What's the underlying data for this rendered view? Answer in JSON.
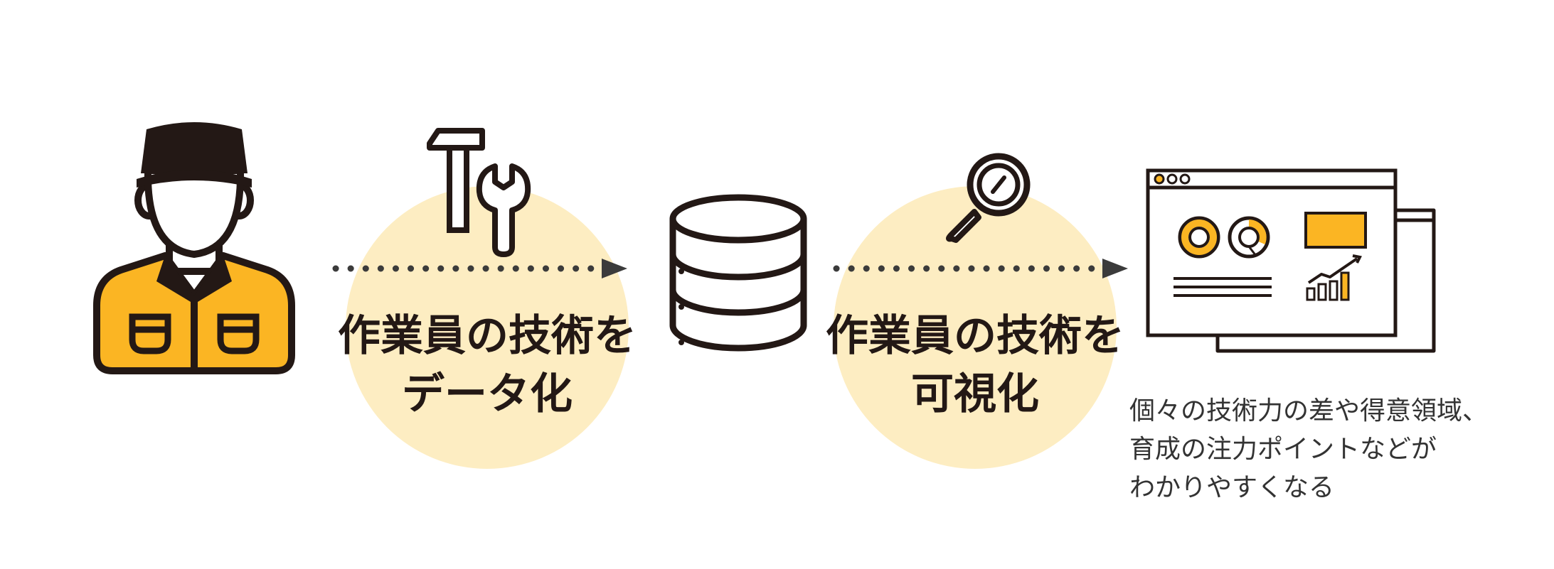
{
  "colors": {
    "accent": "#fbb523",
    "bubble": "#fdedc2",
    "line": "#231815",
    "text": "#333333"
  },
  "steps": [
    {
      "icon": "worker-icon"
    },
    {
      "icon": "tools-icon",
      "label_lines": [
        "作業員の技術を",
        "データ化"
      ]
    },
    {
      "icon": "database-icon"
    },
    {
      "icon": "magnifier-icon",
      "label_lines": [
        "作業員の技術を",
        "可視化"
      ]
    },
    {
      "icon": "dashboard-window-icon"
    }
  ],
  "result_text_lines": [
    "個々の技術力の差や得意領域、",
    "育成の注力ポイントなどが",
    "わかりやすくなる"
  ]
}
